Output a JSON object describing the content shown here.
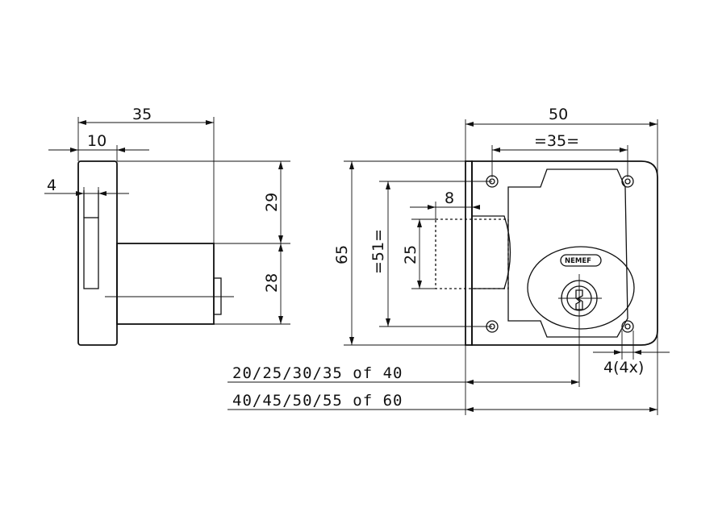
{
  "side_view": {
    "dim_width": "35",
    "dim_flange": "10",
    "dim_slot": "4",
    "dim_upper": "29",
    "dim_lower": "28"
  },
  "front_view": {
    "dim_width": "50",
    "dim_hole_spacing": "=35=",
    "dim_bolt": "8",
    "dim_height": "65",
    "dim_hole_height": "=51=",
    "dim_bolt_height": "25",
    "dim_hole_size": "4(4x)",
    "brand_logo": "NEMEF"
  },
  "backset_rows": {
    "row1": "20/25/30/35 of 40",
    "row2": "40/45/50/55 of 60"
  }
}
